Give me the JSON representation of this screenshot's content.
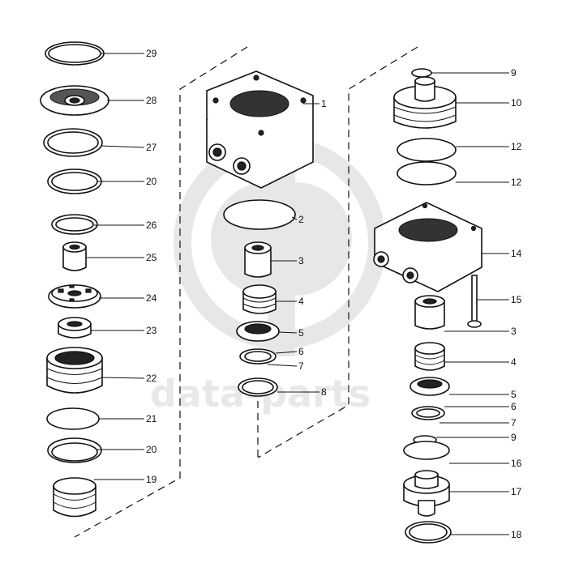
{
  "watermark": {
    "text": "data-parts",
    "logo": "dp-logo-icon"
  },
  "left_column": [
    {
      "n": "29"
    },
    {
      "n": "28"
    },
    {
      "n": "27"
    },
    {
      "n": "20"
    },
    {
      "n": "26"
    },
    {
      "n": "25"
    },
    {
      "n": "24"
    },
    {
      "n": "23"
    },
    {
      "n": "22"
    },
    {
      "n": "21"
    },
    {
      "n": "20"
    },
    {
      "n": "19"
    }
  ],
  "middle_column": [
    {
      "n": "1"
    },
    {
      "n": "2"
    },
    {
      "n": "3"
    },
    {
      "n": "4"
    },
    {
      "n": "5"
    },
    {
      "n": "6"
    },
    {
      "n": "7"
    },
    {
      "n": "8"
    }
  ],
  "right_column": [
    {
      "n": "9"
    },
    {
      "n": "10"
    },
    {
      "n": "12"
    },
    {
      "n": "12"
    },
    {
      "n": "14"
    },
    {
      "n": "15"
    },
    {
      "n": "3"
    },
    {
      "n": "4"
    },
    {
      "n": "5"
    },
    {
      "n": "6"
    },
    {
      "n": "7"
    },
    {
      "n": "9"
    },
    {
      "n": "16"
    },
    {
      "n": "17"
    },
    {
      "n": "18"
    }
  ]
}
